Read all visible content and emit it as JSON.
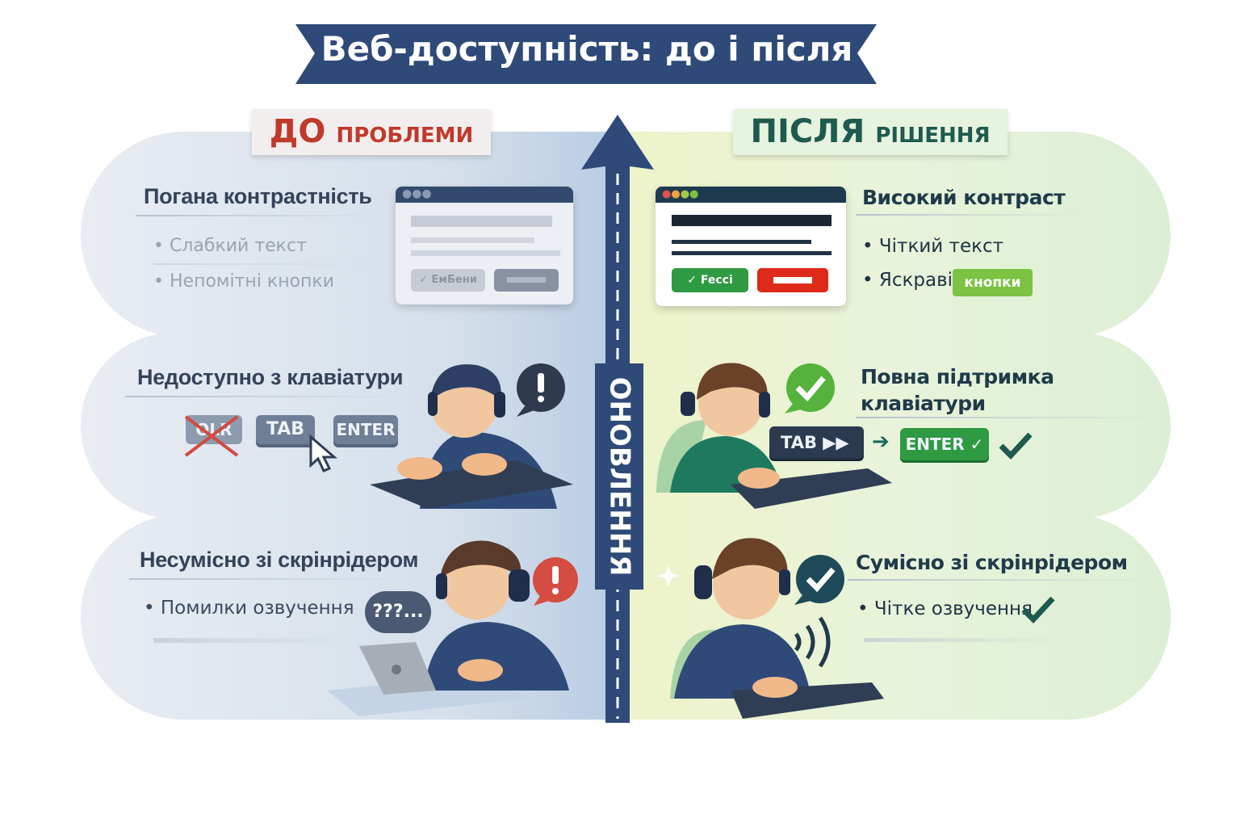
{
  "title": "Веб-доступність: до і після",
  "before": {
    "label_big": "ДО",
    "label_small": "ПРОБЛЕМИ",
    "rows": [
      {
        "heading": "Погана контрастність",
        "bullets": [
          "Слабкий текст",
          "Непомітні кнопки"
        ],
        "window_button": "ЕмБени"
      },
      {
        "heading": "Недоступно з клавіатури",
        "keys": [
          "OLR",
          "TAB",
          "ENTER"
        ]
      },
      {
        "heading": "Несумісно зі скрінрідером",
        "bullets": [
          "Помилки озвучення"
        ],
        "speech": "???..."
      }
    ]
  },
  "after": {
    "label_big": "ПІСЛЯ",
    "label_small": "РІШЕННЯ",
    "rows": [
      {
        "heading": "Високий контраст",
        "bullets": [
          "Чіткий текст",
          "Яскраві"
        ],
        "badge": "кнопки",
        "window_button": "Fecci"
      },
      {
        "heading_line1": "Повна підтримка",
        "heading_line2": "клавіатури",
        "keys": [
          "TAB",
          "ENTER"
        ]
      },
      {
        "heading": "Сумісно зі скрінрідером",
        "bullets": [
          "Чітке озвучення"
        ]
      }
    ]
  },
  "center_label": "ОНОВЛЕННЯ",
  "colors": {
    "navy": "#2f4a78",
    "red": "#c0392b",
    "teal": "#1e5a4e",
    "green": "#2e9a42",
    "bright_green": "#7cc243"
  }
}
